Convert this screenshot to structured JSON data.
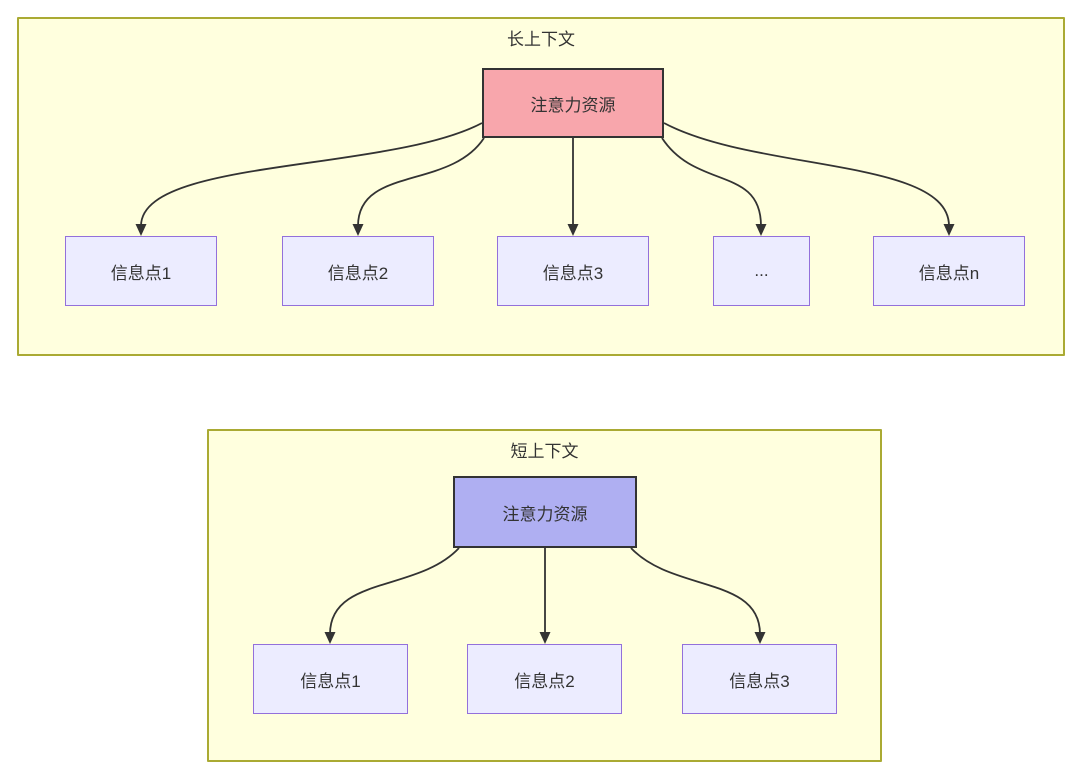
{
  "diagram": {
    "clusters": {
      "long": {
        "title": "长上下文",
        "root_label": "注意力资源",
        "children": [
          "信息点1",
          "信息点2",
          "信息点3",
          "...",
          "信息点n"
        ]
      },
      "short": {
        "title": "短上下文",
        "root_label": "注意力资源",
        "children": [
          "信息点1",
          "信息点2",
          "信息点3"
        ]
      }
    },
    "colors": {
      "cluster_fill": "#ffffde",
      "cluster_border": "#aaaa33",
      "long_root_fill": "#f8a6ac",
      "short_root_fill": "#afaff2",
      "root_border": "#333333",
      "child_fill": "#ececff",
      "child_border": "#9370db",
      "edge": "#333333",
      "text": "#333333"
    }
  }
}
